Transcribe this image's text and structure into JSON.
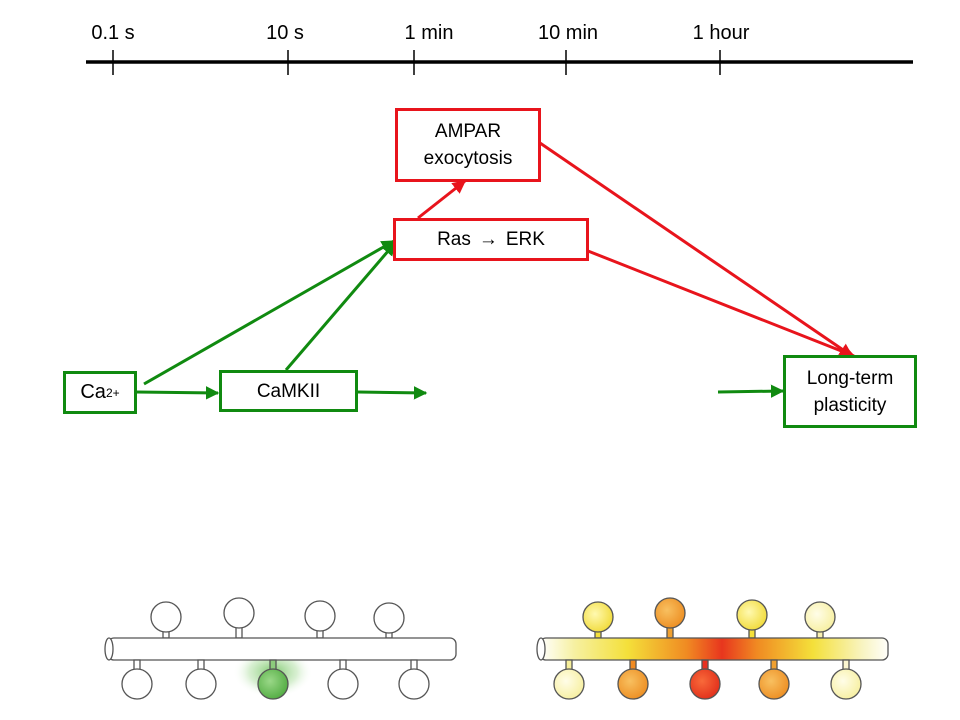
{
  "timeline": {
    "ticks": [
      "0.1 s",
      "10 s",
      "1 min",
      "10 min",
      "1 hour"
    ]
  },
  "nodes": {
    "ampar": {
      "line1": "AMPAR",
      "line2": "exocytosis"
    },
    "ras_erk": {
      "left": "Ras",
      "arrow": "→",
      "right": "ERK"
    },
    "ca": {
      "base": "Ca",
      "sup": "2+"
    },
    "camkii": {
      "label": "CaMKII"
    },
    "ltp": {
      "line1": "Long-term",
      "line2": "plasticity"
    }
  },
  "colors": {
    "red_pathway": "#e8141c",
    "green_pathway": "#108a10",
    "active_spine_green": "#5cb84a",
    "spine_yellow": "#f4e64c",
    "spine_orange": "#f08a22",
    "spine_red": "#e83020"
  },
  "dendrites": {
    "left": {
      "state": "single spine activated"
    },
    "right": {
      "state": "heterosynaptic spread"
    }
  }
}
